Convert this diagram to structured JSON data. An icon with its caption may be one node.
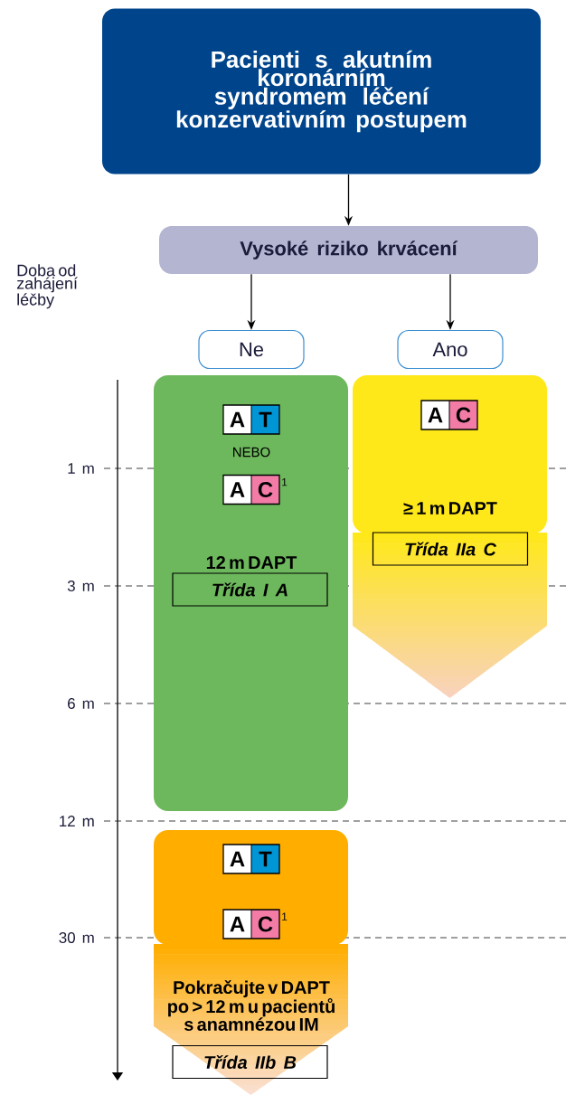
{
  "diagram": {
    "nodes": [
      {
        "text": [
          "Pacienti s akutním koronárním syndromem léčení konzervativním postupem"
        ]
      },
      {
        "text": [
          "Vysoké riziko krvácení"
        ]
      },
      {
        "text": [
          "Ne"
        ]
      },
      {
        "text": [
          "Ano"
        ]
      },
      {
        "text": [
          "NEBO",
          "12 m DAPT"
        ]
      },
      {
        "text": [
          "A",
          "T"
        ],
        "in": 4
      },
      {
        "text": [
          "A",
          "C"
        ],
        "in": 4,
        "beside": [
          "1"
        ]
      },
      {
        "text": [
          "Třída I A"
        ],
        "in": 4
      },
      {
        "text": [
          "≥ 1 m DAPT"
        ]
      },
      {
        "text": [
          "A",
          "C"
        ],
        "in": 8
      },
      {
        "text": [
          "Třída IIa C"
        ],
        "in": 8
      },
      {
        "text": [
          "Pokračujte v DAPT po > 12 m u pacientů s anamnézou IM"
        ]
      },
      {
        "text": [
          "A",
          "T"
        ],
        "in": 11
      },
      {
        "text": [
          "A",
          "C"
        ],
        "in": 11,
        "beside": [
          "1"
        ]
      },
      {
        "text": [
          "Třída IIb B"
        ],
        "in": 11
      }
    ],
    "edges": [
      {
        "from": 0,
        "to": 1,
        "arrow": "to"
      },
      {
        "from": 1,
        "to": 2,
        "arrow": "to"
      },
      {
        "from": 1,
        "to": 3,
        "arrow": "to"
      }
    ],
    "labels": [
      "Doba od zahájení léčby",
      "1 m",
      "3 m",
      "6 m",
      "12 m",
      "30 m"
    ]
  }
}
